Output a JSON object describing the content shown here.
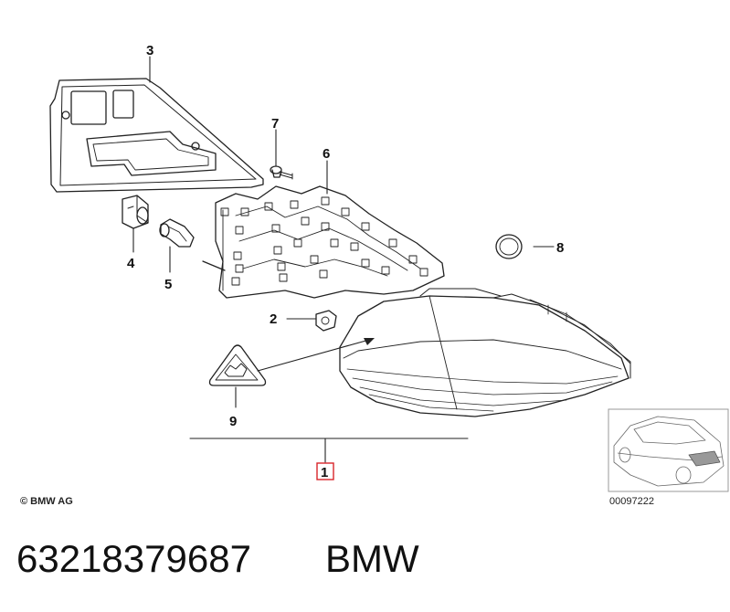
{
  "diagram": {
    "callouts": {
      "part_1": "1",
      "part_2": "2",
      "part_3": "3",
      "part_4": "4",
      "part_5": "5",
      "part_6": "6",
      "part_7": "7",
      "part_8": "8",
      "part_9": "9"
    },
    "copyright": "© BMW AG",
    "reference_code": "00097222"
  },
  "footer": {
    "part_number": "63218379687",
    "brand": "BMW"
  },
  "colors": {
    "line": "#222222",
    "callout_box": "#d9252a",
    "thumb_border": "#999999"
  }
}
